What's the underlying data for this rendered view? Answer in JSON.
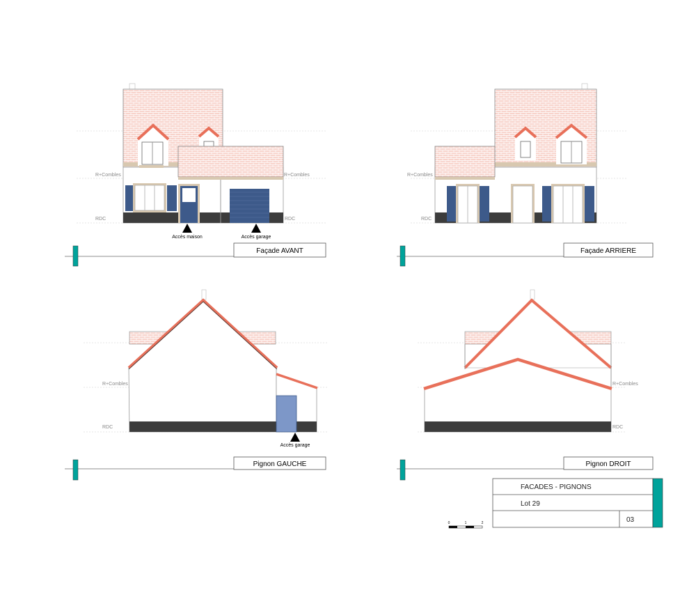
{
  "colors": {
    "roof_tile": "#f8d3cb",
    "roof_edge": "#e8705a",
    "shutter": "#3d5a8a",
    "plinth": "#3c3c3c",
    "trim": "#d8c8b0",
    "accent": "#00a39b",
    "door_side": "#7d97c8"
  },
  "levels": {
    "upper": "R+Combles",
    "ground": "RDC"
  },
  "views": {
    "front": {
      "title": "Façade AVANT",
      "access_house": "Accès maison",
      "access_garage": "Accès garage"
    },
    "rear": {
      "title": "Façade ARRIERE"
    },
    "left": {
      "title": "Pignon GAUCHE",
      "access_garage": "Accès garage"
    },
    "right": {
      "title": "Pignon DROIT"
    }
  },
  "title_block": {
    "title": "FACADES - PIGNONS",
    "lot": "Lot 29",
    "sheet": "03"
  },
  "scale_bar": {
    "ticks": [
      "0",
      "1",
      "2"
    ]
  }
}
